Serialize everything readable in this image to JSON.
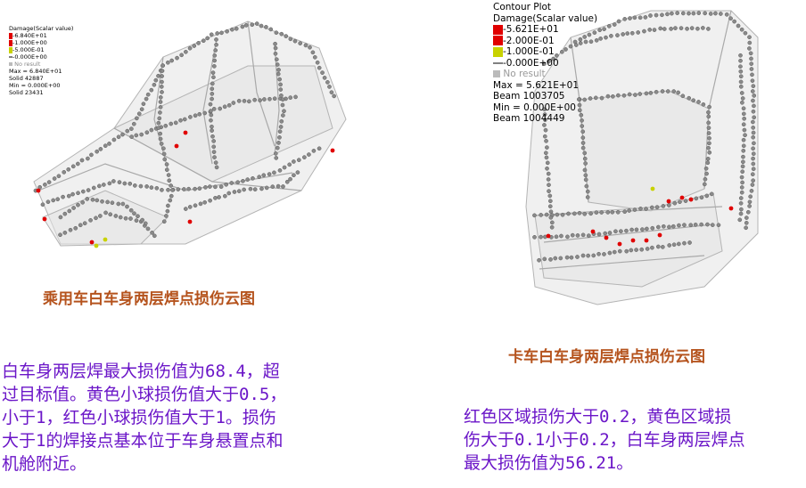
{
  "left_figure": {
    "legend": {
      "title": "Damage(Scalar value)",
      "levels": [
        {
          "label": "6.840E+01",
          "color": "#e00000"
        },
        {
          "label": "1.000E+00",
          "color": "#c8d200"
        },
        {
          "label": "5.000E-01",
          "color": "#808080"
        },
        {
          "label": "0.000E+00",
          "color": "#808080"
        }
      ],
      "no_result": "No result",
      "max_line": "Max = 6.840E+01",
      "max_id": "Solid 42887",
      "min_line": "Min = 0.000E+00",
      "min_id": "Solid 23431"
    },
    "caption": "乘用车白车身两层焊点损伤云图",
    "description": [
      "白车身两层焊最大损伤值为68.4，超",
      "过目标值。黄色小球损伤值大于0.5，",
      "小于1，红色小球损伤值大于1。损伤",
      "大于1的焊接点基本位于车身悬置点和",
      "机舱附近。"
    ]
  },
  "right_figure": {
    "legend": {
      "plot_title": "Contour Plot",
      "title": "Damage(Scalar value)",
      "levels": [
        {
          "label": "5.621E+01",
          "color": "#e00000"
        },
        {
          "label": "2.000E-01",
          "color": "#e00000"
        },
        {
          "label": "1.000E-01",
          "color": "#c8d200"
        },
        {
          "label": "0.000E+00",
          "color": "#808080"
        }
      ],
      "no_result": "No result",
      "max_line": "Max = 5.621E+01",
      "max_id": "Beam 1003705",
      "min_line": "Min = 0.000E+00",
      "min_id": "Beam 1004449"
    },
    "caption": "卡车白车身两层焊点损伤云图",
    "description": [
      "红色区域损伤大于0.2，黄色区域损",
      "伤大于0.1小于0.2，白车身两层焊点",
      "最大损伤值为56.21。"
    ]
  }
}
